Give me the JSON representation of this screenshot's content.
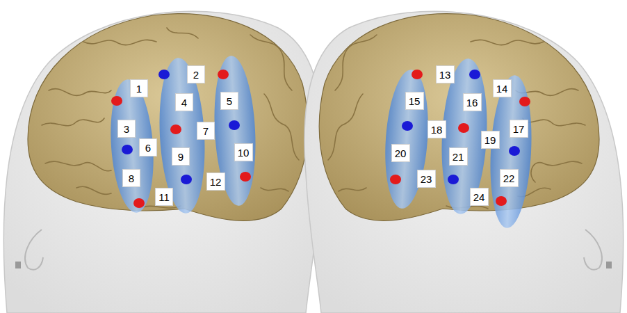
{
  "diagram": {
    "nodes": [
      {
        "text": [
          "1"
        ]
      },
      {
        "text": [
          "2"
        ]
      },
      {
        "text": [
          "3"
        ]
      },
      {
        "text": [
          "4"
        ]
      },
      {
        "text": [
          "5"
        ]
      },
      {
        "text": [
          "6"
        ]
      },
      {
        "text": [
          "7"
        ]
      },
      {
        "text": [
          "8"
        ]
      },
      {
        "text": [
          "9"
        ]
      },
      {
        "text": [
          "10"
        ]
      },
      {
        "text": [
          "11"
        ]
      },
      {
        "text": [
          "12"
        ]
      },
      {
        "text": [
          "13"
        ]
      },
      {
        "text": [
          "14"
        ]
      },
      {
        "text": [
          "15"
        ]
      },
      {
        "text": [
          "16"
        ]
      },
      {
        "text": [
          "17"
        ]
      },
      {
        "text": [
          "18"
        ]
      },
      {
        "text": [
          "19"
        ]
      },
      {
        "text": [
          "20"
        ]
      },
      {
        "text": [
          "21"
        ]
      },
      {
        "text": [
          "22"
        ]
      },
      {
        "text": [
          "23"
        ]
      },
      {
        "text": [
          "24"
        ]
      }
    ]
  }
}
